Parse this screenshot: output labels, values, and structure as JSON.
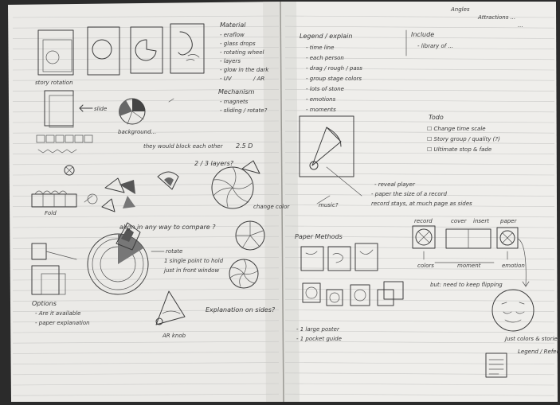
{
  "colors": {
    "paper": "#ecebe8",
    "paper_shadow": "#d6d5d1",
    "rule_line": "#c9c9c7",
    "ink": "#3a3a3a",
    "background": "#2b2b2b"
  },
  "left_page": {
    "top_right_list": {
      "title": "Material",
      "items": [
        "- eraflow",
        "- glass drops",
        "- rotating wheel",
        "- layers",
        "- glow in the dark",
        "- UV",
        "/ AR"
      ]
    },
    "mechanism_list": {
      "title": "Mechanism",
      "items": [
        "- magnets",
        "- sliding / rotate?"
      ]
    },
    "labels": {
      "rotation": "story rotation",
      "slide": "slide",
      "background": "background...",
      "they_would": "they would block each other",
      "two_five_d": "2.5 D",
      "two_three_layers": "2 / 3 layers?",
      "align": "align in any way to compare ?",
      "fold": "Fold",
      "rotate": "rotate",
      "single_point": "1 single point to hold",
      "just_front": "just in front window",
      "change_colors": "change color",
      "options": "Options",
      "are_it": "- Are it available",
      "paper_explanation": "- paper explanation",
      "explanation_sides": "Explanation on sides?",
      "ar_knob": "AR knob"
    }
  },
  "right_page": {
    "top_small": [
      "Angles",
      "Attractions ...",
      "..."
    ],
    "legend": {
      "title": "Legend / explain",
      "items": [
        "- time line",
        "- each person",
        "- drag / rough / pass",
        "- group stage colors",
        "- lots of stone",
        "- emotions",
        "- moments"
      ]
    },
    "include": {
      "title": "Include",
      "items": [
        "- library of ..."
      ]
    },
    "todo": {
      "title": "Todo",
      "items": [
        "☐ Change time scale",
        "☐ Story group / quality (?)",
        "☐ Ultimate stop & fade"
      ]
    },
    "middle_notes": [
      "- reveal player",
      "- paper the size of a record",
      "record stays, at much page as sides"
    ],
    "music": "music?",
    "paper_methods": "Paper Methods",
    "flow_labels": [
      "record",
      "cover",
      "insert",
      "paper"
    ],
    "colors_label": "colors",
    "moment_label": "moment",
    "emotion_label": "emotion",
    "keep_flipping": "but: need to keep flipping",
    "bottom_left": [
      "- 1 large poster",
      "- 1 pocket guide"
    ],
    "bottom_right": [
      "Just colors & stories",
      "Legend / Reference..."
    ]
  }
}
